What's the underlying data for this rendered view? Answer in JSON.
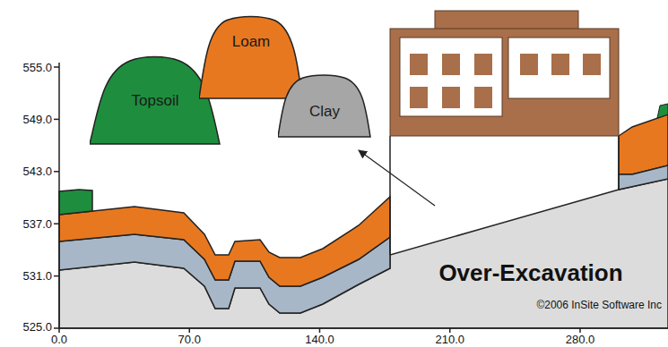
{
  "diagram": {
    "nodes": [
      {
        "text": [
          "Topsoil"
        ]
      },
      {
        "text": [
          "Loam"
        ]
      },
      {
        "text": [
          "Clay"
        ]
      }
    ],
    "labels": [
      "555.0",
      "549.0",
      "543.0",
      "537.0",
      "531.0",
      "525.0",
      "0.0",
      "70.0",
      "140.0",
      "210.0",
      "280.0",
      "Over-Excavation",
      "©2006 InSite Software Inc"
    ]
  }
}
